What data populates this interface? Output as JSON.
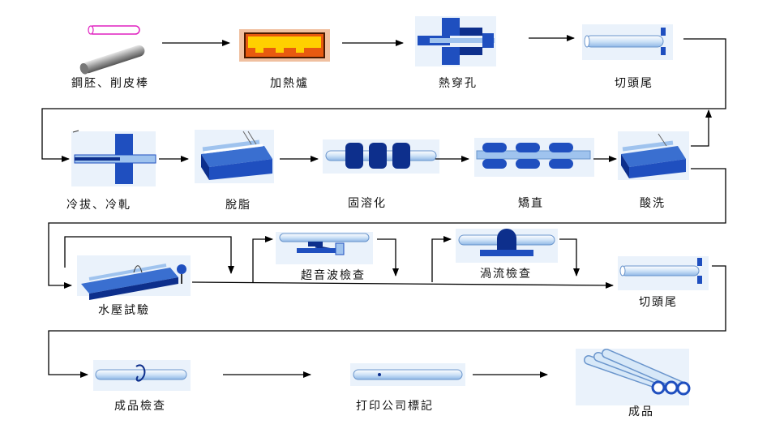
{
  "steps": [
    {
      "id": "billet",
      "label": "鋼胚、削皮棒"
    },
    {
      "id": "furnace",
      "label": "加熱爐"
    },
    {
      "id": "piercing",
      "label": "熱穿孔"
    },
    {
      "id": "cut1",
      "label": "切頭尾"
    },
    {
      "id": "colddraw",
      "label": "冷拔、冷軋"
    },
    {
      "id": "degrease",
      "label": "脫脂"
    },
    {
      "id": "solution",
      "label": "固溶化"
    },
    {
      "id": "straighten",
      "label": "矯直"
    },
    {
      "id": "pickling",
      "label": "酸洗"
    },
    {
      "id": "hydro",
      "label": "水壓試驗"
    },
    {
      "id": "ultrasonic",
      "label": "超音波檢查"
    },
    {
      "id": "eddy",
      "label": "渦流檢查"
    },
    {
      "id": "cut2",
      "label": "切頭尾"
    },
    {
      "id": "inspect",
      "label": "成品檢查"
    },
    {
      "id": "marking",
      "label": "打印公司標記"
    },
    {
      "id": "finished",
      "label": "成品"
    }
  ],
  "colors": {
    "accent": "#1f4fbf",
    "dark": "#0d2f8c",
    "light": "#9fc3ee",
    "pipe": "#d7e8f8",
    "furnace": "#e85a10",
    "arrow": "#000000"
  }
}
